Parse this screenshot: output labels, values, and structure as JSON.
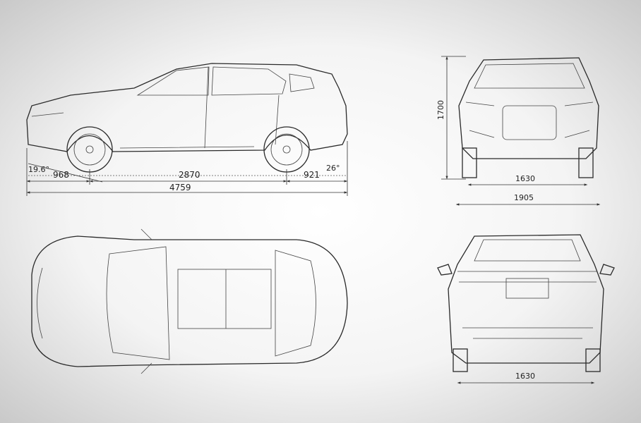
{
  "side_view": {
    "front_overhang": "968",
    "wheelbase": "2870",
    "rear_overhang": "921",
    "length": "4759",
    "approach_angle": "19.6°",
    "departure_angle": "26°"
  },
  "front_view": {
    "height": "1700",
    "track": "1630",
    "width": "1905"
  },
  "rear_view": {
    "track": "1630"
  },
  "colors": {
    "line": "#2a2a2a",
    "background": "#f4f4f4"
  }
}
